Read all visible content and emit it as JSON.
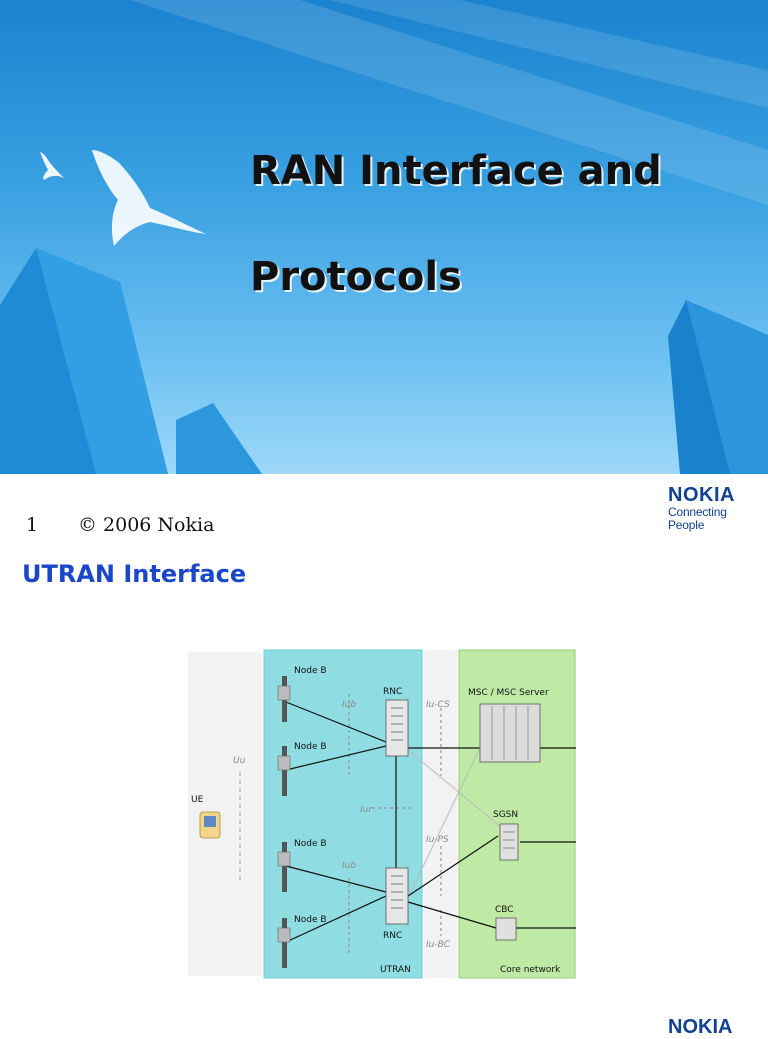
{
  "slide1": {
    "title_line1": "RAN Interface and",
    "title_line2": "Protocols",
    "slide_number": "1",
    "copyright": "© 2006  Nokia",
    "logo_wordmark": "NOKIA",
    "logo_tagline": "Connecting People"
  },
  "slide2": {
    "title": "UTRAN Interface",
    "logo_wordmark": "NOKIA"
  },
  "diagram": {
    "node_b": [
      "Node B",
      "Node B",
      "Node B",
      "Node B"
    ],
    "rnc": [
      "RNC",
      "RNC"
    ],
    "ue": "UE",
    "msc": "MSC / MSC Server",
    "sgsn": "SGSN",
    "cbc": "CBC",
    "iface_iub": [
      "Iub",
      "Iub"
    ],
    "iface_uu": "Uu",
    "iface_iur": "Iur",
    "iface_iucs": "Iu-CS",
    "iface_iups": "Iu-PS",
    "iface_iubc": "Iu-BC",
    "utran_label": "UTRAN",
    "core_label": "Core network"
  },
  "colors": {
    "sky_top": "#1b83cf",
    "sky_bottom": "#9ed8f9",
    "utran_fill": "#8fdde3",
    "core_fill": "#bfeaa5",
    "title_blue": "#1a47c9",
    "nokia_blue": "#124191"
  }
}
